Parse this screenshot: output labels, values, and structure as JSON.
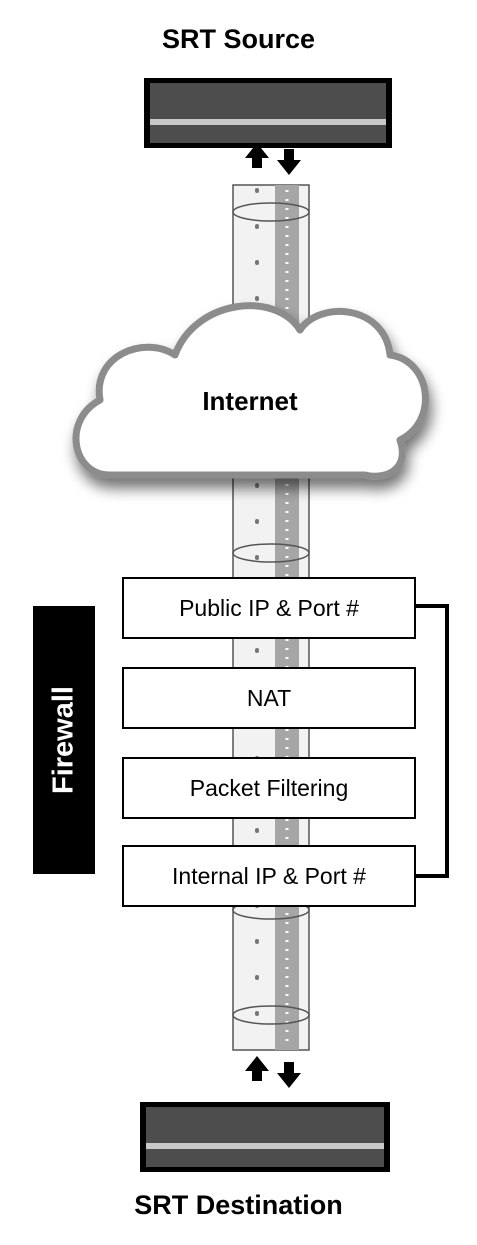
{
  "source": {
    "title": "SRT Source"
  },
  "destination": {
    "title": "SRT Destination"
  },
  "cloud": {
    "label": "Internet"
  },
  "firewall": {
    "label": "Firewall",
    "layers": [
      {
        "label": "Public IP & Port #"
      },
      {
        "label": "NAT"
      },
      {
        "label": "Packet Filtering"
      },
      {
        "label": "Internal IP & Port #"
      }
    ]
  },
  "colors": {
    "device_fill": "#4d4d4d",
    "device_stripe": "#c8c8c8",
    "cable_fill": "#f2f2f2",
    "cable_core": "#a6a6a6",
    "cloud_outline": "#8c8c8c",
    "firewall_bar": "#000000"
  },
  "icons": {
    "upload_arrow": "arrow-up-icon",
    "download_arrow": "arrow-down-icon"
  }
}
